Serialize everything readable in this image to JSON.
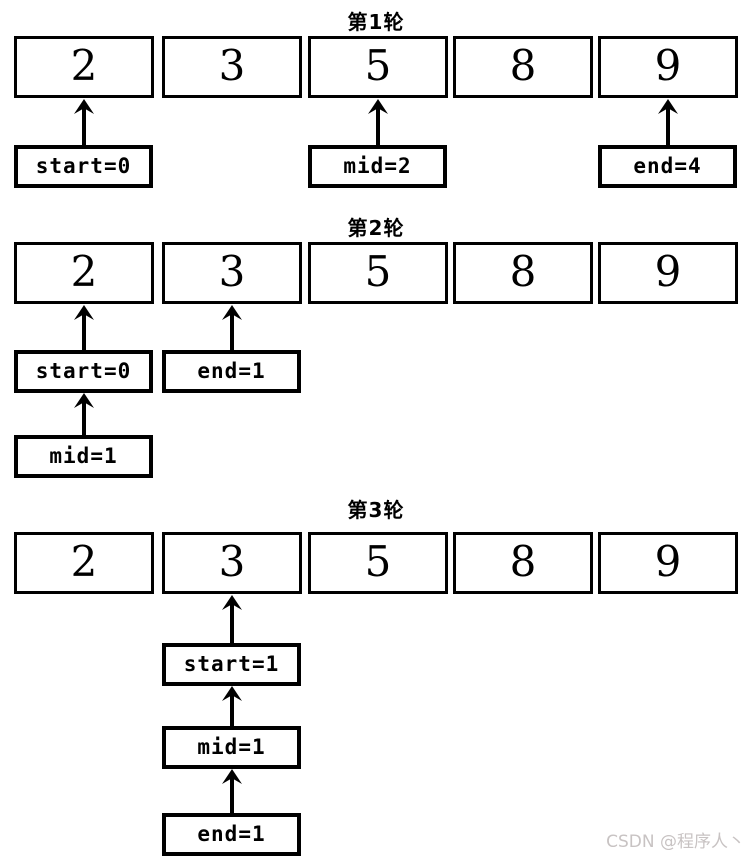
{
  "page": {
    "background_color": "#ffffff",
    "ink_color": "#000000"
  },
  "rounds": [
    {
      "title": "第1轮",
      "array": [
        "2",
        "3",
        "5",
        "8",
        "9"
      ],
      "pointers": [
        {
          "label": "start=0",
          "column": 0
        },
        {
          "label": "mid=2",
          "column": 2
        },
        {
          "label": "end=4",
          "column": 4
        }
      ]
    },
    {
      "title": "第2轮",
      "array": [
        "2",
        "3",
        "5",
        "8",
        "9"
      ],
      "pointers": [
        {
          "label": "start=0",
          "column": 0
        },
        {
          "label": "end=1",
          "column": 1
        },
        {
          "label": "mid=1",
          "column": 0,
          "points_to": "start=0"
        }
      ]
    },
    {
      "title": "第3轮",
      "array": [
        "2",
        "3",
        "5",
        "8",
        "9"
      ],
      "pointers": [
        {
          "label": "start=1",
          "column": 1
        },
        {
          "label": "mid=1",
          "column": 1,
          "points_to": "start=1"
        },
        {
          "label": "end=1",
          "column": 1,
          "points_to": "mid=1"
        }
      ]
    }
  ],
  "watermark": {
    "text": "CSDN @程序人丶",
    "color": "#c8c3c3"
  }
}
